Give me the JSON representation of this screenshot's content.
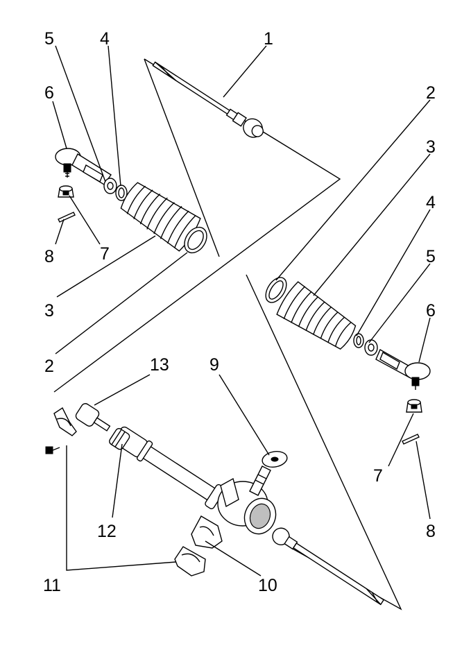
{
  "callouts": {
    "c1": "1",
    "c2_right": "2",
    "c3_right": "3",
    "c4_right": "4",
    "c5_right": "5",
    "c6_right": "6",
    "c7_right": "7",
    "c8_right": "8",
    "c5_left": "5",
    "c4_left": "4",
    "c6_left": "6",
    "c7_left": "7",
    "c8_left": "8",
    "c3_left": "3",
    "c2_left": "2",
    "c13": "13",
    "c9": "9",
    "c12": "12",
    "c11": "11",
    "c10": "10"
  }
}
